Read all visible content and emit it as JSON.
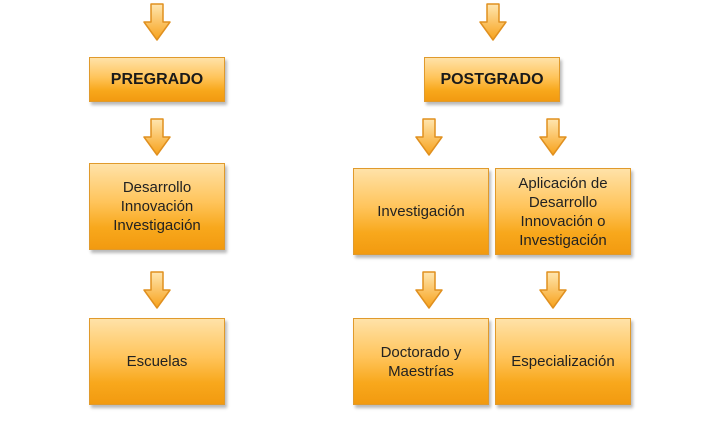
{
  "colors": {
    "box_fill_top": "#ffe2a8",
    "box_fill_bottom": "#f29a10",
    "box_border": "#e09a2c",
    "arrow_fill_top": "#ffe6b0",
    "arrow_fill_bottom": "#f7a11a",
    "arrow_stroke": "#e0901f",
    "text": "#222222"
  },
  "icons": {
    "arrow": "down-arrow-icon"
  },
  "pregrado": {
    "title": "PREGRADO",
    "focus": "Desarrollo\nInnovación\nInvestigación",
    "outcome": "Escuelas"
  },
  "postgrado": {
    "title": "POSTGRADO",
    "research": "Investigación",
    "applied": "Aplicación de\nDesarrollo\nInnovación o\nInvestigación",
    "research_outcome": "Doctorado y\nMaestrías",
    "applied_outcome": "Especialización"
  }
}
